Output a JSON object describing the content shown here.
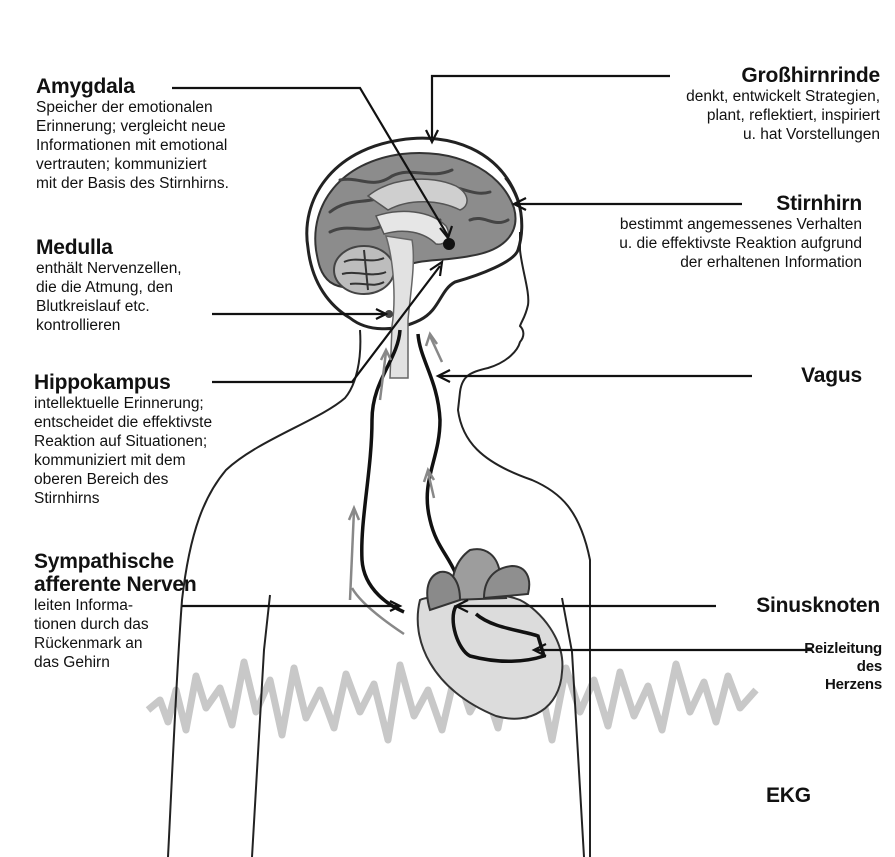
{
  "labels": {
    "amygdala": {
      "title": "Amygdala",
      "text": "Speicher der emotionalen\nErinnerung; vergleicht neue\nInformationen mit emotional\nvertrauten; kommuniziert\nmit der Basis des Stirnhirns."
    },
    "medulla": {
      "title": "Medulla",
      "text": "enthält Nervenzellen,\ndie die Atmung, den\nBlutkreislauf etc.\nkontrollieren"
    },
    "hippokampus": {
      "title": "Hippokampus",
      "text": "intellektuelle Erinnerung;\nentscheidet die effektivste\nReaktion auf Situationen;\nkommuniziert mit dem\noberen Bereich des\nStirnhirns"
    },
    "sympathische": {
      "title": "Sympathische\nafferente Nerven",
      "text": "leiten Informa-\ntionen durch das\nRückenmark an\ndas Gehirn"
    },
    "grosshirnrinde": {
      "title": "Großhirnrinde",
      "text": "denkt, entwickelt Strategien,\nplant, reflektiert, inspiriert\nu. hat Vorstellungen"
    },
    "stirnhirn": {
      "title": "Stirnhirn",
      "text": "bestimmt angemessenes Verhalten\nu. die effektivste Reaktion aufgrund\nder erhaltenen Information"
    },
    "vagus": {
      "title": "Vagus"
    },
    "sinusknoten": {
      "title": "Sinusknoten"
    },
    "reizleitung": {
      "title": "Reizleitung\ndes\nHerzens"
    },
    "ekg": {
      "title": "EKG"
    }
  }
}
